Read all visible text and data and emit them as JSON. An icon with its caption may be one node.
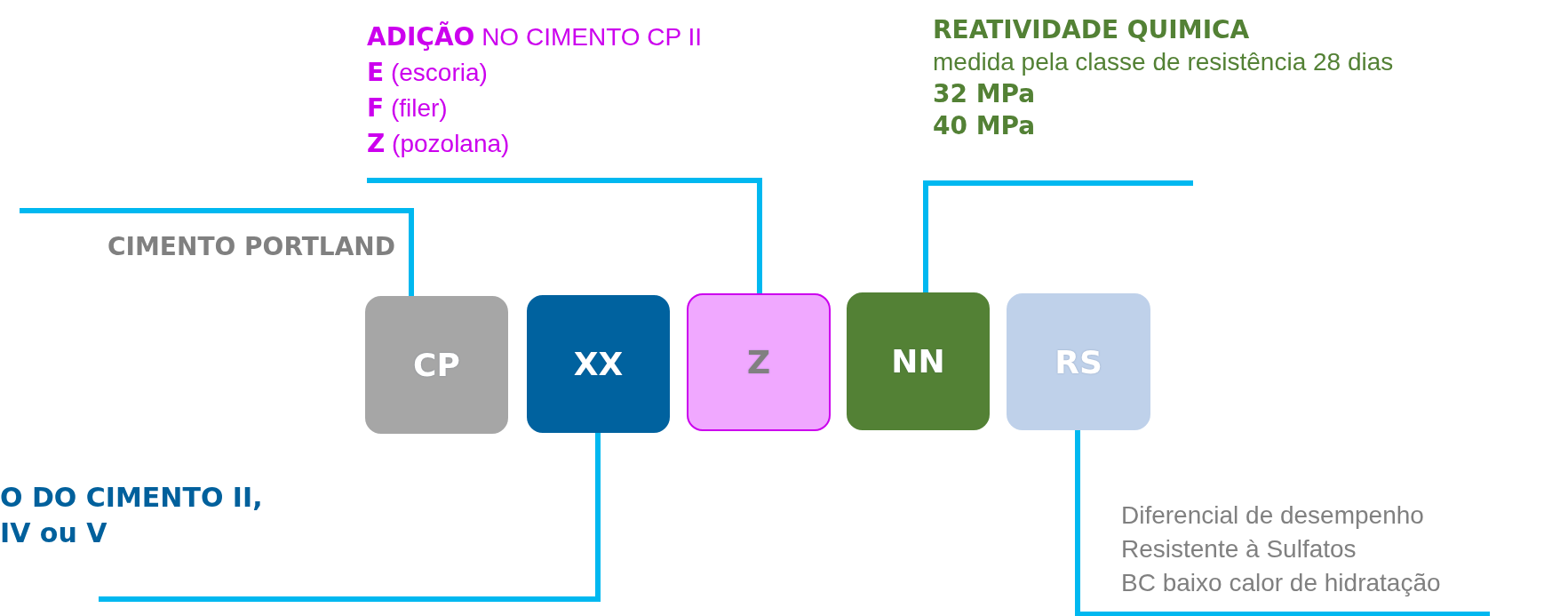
{
  "diagram": {
    "nodes": [
      {
        "text": [
          "CP"
        ]
      },
      {
        "text": [
          "XX"
        ]
      },
      {
        "text": [
          "Z"
        ]
      },
      {
        "text": [
          "NN"
        ]
      },
      {
        "text": [
          "RS"
        ]
      },
      {
        "text": [
          "CIMENTO PORTLAND"
        ]
      },
      {
        "text": [
          "**ADIÇÃO** NO CIMENTO CP II",
          "**E** (escoria)",
          "**F** (filer)",
          "**Z** (pozolana)"
        ]
      },
      {
        "text": [
          "REATIVIDADE QUIMICA",
          "medida pela classe de resistência 28 dias",
          "32 MPa",
          "40 MPa"
        ]
      },
      {
        "text": [
          "O DO CIMENTO II, IV ou V"
        ]
      },
      {
        "text": [
          "Diferencial de desempenho",
          "Resistente à Sulfatos",
          "BC baixo calor de hidratação"
        ]
      }
    ],
    "edges": [
      {
        "from": 5,
        "to": 0,
        "arrow": "none"
      },
      {
        "from": 6,
        "to": 2,
        "arrow": "none"
      },
      {
        "from": 7,
        "to": 3,
        "arrow": "none"
      },
      {
        "from": 8,
        "to": 1,
        "arrow": "none"
      },
      {
        "from": 9,
        "to": 4,
        "arrow": "none"
      }
    ]
  }
}
